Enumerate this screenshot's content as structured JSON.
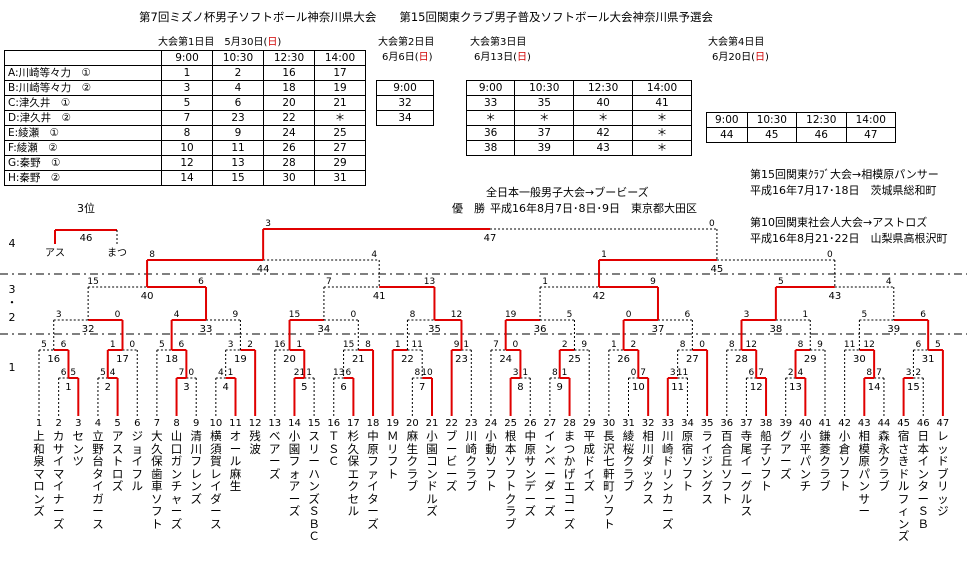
{
  "header": {
    "title": "第7回ミズノ杯男子ソフトボール神奈川県大会　　第15回関東クラブ男子普及ソフトボール大会神奈川県予選会"
  },
  "days": {
    "d1_pre": "大会第1日目　5月30日(",
    "d2_pre": "大会第2日目",
    "d2_date": "6月6日(",
    "d3_pre": "大会第3日目",
    "d3_date": "6月13日(",
    "d4_pre": "大会第4日目",
    "d4_date": "6月20日(",
    "sun": "日",
    "close": ")"
  },
  "table1": {
    "times": [
      "9:00",
      "10:30",
      "12:30",
      "14:00"
    ],
    "rows": [
      {
        "label": "A:川崎等々力　①",
        "cells": [
          "1",
          "2",
          "16",
          "17"
        ]
      },
      {
        "label": "B:川崎等々力　②",
        "cells": [
          "3",
          "4",
          "18",
          "19"
        ]
      },
      {
        "label": "C:津久井　①",
        "cells": [
          "5",
          "6",
          "20",
          "21"
        ]
      },
      {
        "label": "D:津久井　②",
        "cells": [
          "7",
          "23",
          "22",
          "＊"
        ]
      },
      {
        "label": "E:綾瀬　①",
        "cells": [
          "8",
          "9",
          "24",
          "25"
        ]
      },
      {
        "label": "F:綾瀬　②",
        "cells": [
          "10",
          "11",
          "26",
          "27"
        ]
      },
      {
        "label": "G:秦野　①",
        "cells": [
          "12",
          "13",
          "28",
          "29"
        ]
      },
      {
        "label": "H:秦野　②",
        "cells": [
          "14",
          "15",
          "30",
          "31"
        ]
      }
    ]
  },
  "table2": {
    "time": "9:00",
    "cells": [
      "32",
      "34"
    ]
  },
  "table3": {
    "times": [
      "9:00",
      "10:30",
      "12:30",
      "14:00"
    ],
    "rows": [
      [
        "33",
        "35",
        "40",
        "41"
      ],
      [
        "＊",
        "＊",
        "＊",
        "＊"
      ],
      [
        "36",
        "37",
        "42",
        "＊"
      ],
      [
        "38",
        "39",
        "43",
        "＊"
      ]
    ]
  },
  "table4": {
    "times": [
      "9:00",
      "10:30",
      "12:30",
      "14:00"
    ],
    "cells": [
      "44",
      "45",
      "46",
      "47"
    ]
  },
  "notes": {
    "kanto_club": "第15回関東ｸﾗﾌﾞ大会→相模原パンサー",
    "kanto_club_date": "平成16年7月17･18日　茨城県総和町",
    "kanto_social": "第10回関東社会人大会→アストロズ",
    "kanto_social_date": "平成16年8月21･22日　山梨県高根沢町",
    "all_japan": "全日本一般男子大会→ブービーズ",
    "winner_label": "優　勝",
    "all_japan_date": "平成16年8月7日･8日･9日　東京都大田区"
  },
  "bracket": {
    "third_place": "3位",
    "round_labels": [
      "4",
      "3",
      "・",
      "2",
      "1"
    ],
    "game_numbers": [
      "1",
      "2",
      "3",
      "4",
      "5",
      "6",
      "7",
      "8",
      "9",
      "10",
      "11",
      "12",
      "13",
      "14",
      "15",
      "16",
      "17",
      "18",
      "19",
      "20",
      "21",
      "22",
      "23",
      "24",
      "25",
      "26",
      "27",
      "28",
      "29",
      "30",
      "31",
      "32",
      "33",
      "34",
      "35",
      "36",
      "37",
      "38",
      "39",
      "40",
      "41",
      "42",
      "43",
      "44",
      "45",
      "46",
      "47"
    ],
    "scores": [
      "6",
      "5",
      "5",
      "6",
      "5",
      "4",
      "1",
      "0",
      "3",
      "0",
      "7",
      "0",
      "5",
      "6",
      "4",
      "1",
      "3",
      "2",
      "4",
      "9",
      "15",
      "6",
      "21",
      "1",
      "16",
      "1",
      "13",
      "6",
      "15",
      "8",
      "15",
      "0",
      "8",
      "10",
      "1",
      "11",
      "9",
      "1",
      "8",
      "12",
      "7",
      "13",
      "8",
      "4",
      "3",
      "1",
      "7",
      "0",
      "8",
      "1",
      "2",
      "9",
      "19",
      "5",
      "0",
      "7",
      "1",
      "2",
      "3",
      "11",
      "8",
      "0",
      "0",
      "6",
      "1",
      "9",
      "6",
      "7",
      "8",
      "12",
      "2",
      "4",
      "8",
      "9",
      "3",
      "1",
      "8",
      "7",
      "11",
      "12",
      "3",
      "2"
    ],
    "semi_names": [
      "アス",
      "まつ"
    ],
    "teams": [
      {
        "no": "1",
        "name": "上和泉マロンズ"
      },
      {
        "no": "2",
        "name": "カサイマイナーズ"
      },
      {
        "no": "3",
        "name": "センツ"
      },
      {
        "no": "4",
        "name": "立野台タイガース"
      },
      {
        "no": "5",
        "name": "アストロズ"
      },
      {
        "no": "6",
        "name": "ジョイフル"
      },
      {
        "no": "7",
        "name": "大久保歯車ソフト"
      },
      {
        "no": "8",
        "name": "山口ガンチャーズ"
      },
      {
        "no": "9",
        "name": "清川フレンズ"
      },
      {
        "no": "10",
        "name": "横須賀レイダース"
      },
      {
        "no": "11",
        "name": "オール麻生"
      },
      {
        "no": "12",
        "name": "残波"
      },
      {
        "no": "13",
        "name": "ベアーズ"
      },
      {
        "no": "14",
        "name": "小園フォアーズ"
      },
      {
        "no": "15",
        "name": "スリーハンズＳＢＣ"
      },
      {
        "no": "16",
        "name": "ＴＳＣ"
      },
      {
        "no": "17",
        "name": "杉久保エクセル"
      },
      {
        "no": "18",
        "name": "中原ファイターズ"
      },
      {
        "no": "19",
        "name": "Ｍリフト"
      },
      {
        "no": "20",
        "name": "麻生クラブ"
      },
      {
        "no": "21",
        "name": "小園コンドルズ"
      },
      {
        "no": "22",
        "name": "ブービーズ"
      },
      {
        "no": "23",
        "name": "川崎クラブ"
      },
      {
        "no": "24",
        "name": "小動ソフト"
      },
      {
        "no": "25",
        "name": "根本ソフトクラブ"
      },
      {
        "no": "26",
        "name": "中原サンデーズ"
      },
      {
        "no": "27",
        "name": "インベーダーズ"
      },
      {
        "no": "28",
        "name": "まつかげエコーズ"
      },
      {
        "no": "29",
        "name": "平成ドイズ"
      },
      {
        "no": "30",
        "name": "長沢七軒町ソフト"
      },
      {
        "no": "31",
        "name": "綾桜クラブ"
      },
      {
        "no": "32",
        "name": "相川ダックス"
      },
      {
        "no": "33",
        "name": "川崎ドリンカーズ"
      },
      {
        "no": "34",
        "name": "原宿ソフト"
      },
      {
        "no": "35",
        "name": "ライジングス"
      },
      {
        "no": "36",
        "name": "百合丘ソフト"
      },
      {
        "no": "37",
        "name": "寺尾イーグルス"
      },
      {
        "no": "38",
        "name": "船子ソフト"
      },
      {
        "no": "39",
        "name": "グアーズ"
      },
      {
        "no": "40",
        "name": "小平パンチ"
      },
      {
        "no": "41",
        "name": "鎌菱クラブ"
      },
      {
        "no": "42",
        "name": "小倉ソフト"
      },
      {
        "no": "43",
        "name": "相模原パンサー"
      },
      {
        "no": "44",
        "name": "森永クラブ"
      },
      {
        "no": "45",
        "name": "宿さきドルフィンズ"
      },
      {
        "no": "46",
        "name": "日本インターＳＢ"
      },
      {
        "no": "47",
        "name": "レッドブリッジ"
      }
    ]
  }
}
